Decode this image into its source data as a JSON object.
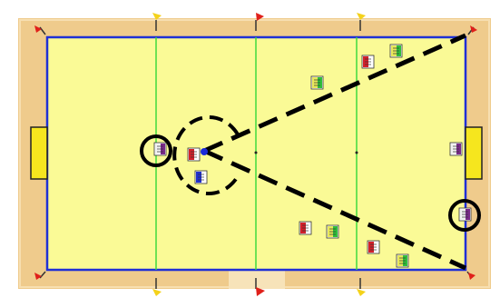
{
  "colors": {
    "surround": "#efcb8c",
    "field": "#fafa96",
    "boundary": "#1f2fd6",
    "center_lines": "#3fd93f",
    "goal": "#f6e61e",
    "corner_flag": "#e0201a",
    "side_marker": "#f4d21b",
    "overlay": "#000000",
    "ball": "#1a2ad8"
  },
  "robots": [
    {
      "team": "red",
      "marker": "team-red"
    },
    {
      "team": "red",
      "marker": "team-red"
    },
    {
      "team": "red",
      "marker": "team-red"
    },
    {
      "team": "red",
      "marker": "team-red"
    },
    {
      "team": "blue",
      "marker": "team-blue"
    },
    {
      "team": "opponent",
      "marker": "team-yellow-green"
    },
    {
      "team": "opponent",
      "marker": "team-yellow-green"
    },
    {
      "team": "opponent",
      "marker": "team-yellow-green"
    },
    {
      "team": "opponent",
      "marker": "team-yellow-green"
    },
    {
      "team": "keeper",
      "marker": "team-purple"
    },
    {
      "team": "keeper",
      "marker": "team-purple"
    },
    {
      "team": "keeper",
      "marker": "team-purple"
    }
  ]
}
